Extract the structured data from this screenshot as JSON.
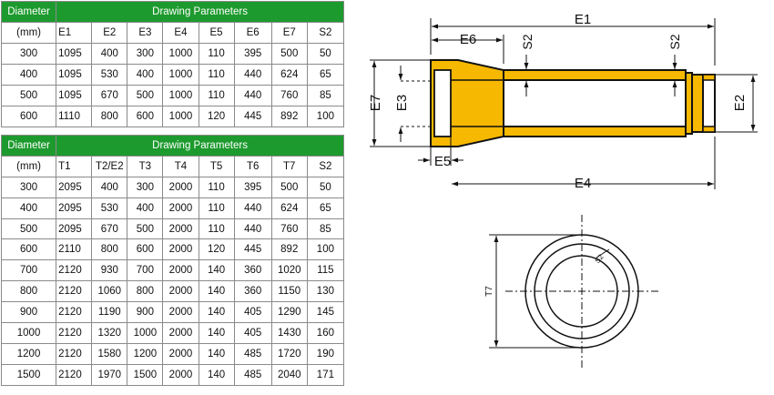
{
  "table1": {
    "title_col": "Diameter",
    "title_params": "Drawing Parameters",
    "subheaders": [
      "(mm)",
      "E1",
      "E2",
      "E3",
      "E4",
      "E5",
      "E6",
      "E7",
      "S2"
    ],
    "rows": [
      [
        "300",
        "1095",
        "400",
        "300",
        "1000",
        "110",
        "395",
        "500",
        "50"
      ],
      [
        "400",
        "1095",
        "530",
        "400",
        "1000",
        "110",
        "440",
        "624",
        "65"
      ],
      [
        "500",
        "1095",
        "670",
        "500",
        "1000",
        "110",
        "440",
        "760",
        "85"
      ],
      [
        "600",
        "1110",
        "800",
        "600",
        "1000",
        "120",
        "445",
        "892",
        "100"
      ]
    ]
  },
  "table2": {
    "title_col": "Diameter",
    "title_params": "Drawing Parameters",
    "subheaders": [
      "(mm)",
      "T1",
      "T2/E2",
      "T3",
      "T4",
      "T5",
      "T6",
      "T7",
      "S2"
    ],
    "rows": [
      [
        "300",
        "2095",
        "400",
        "300",
        "2000",
        "110",
        "395",
        "500",
        "50"
      ],
      [
        "400",
        "2095",
        "530",
        "400",
        "2000",
        "110",
        "440",
        "624",
        "65"
      ],
      [
        "500",
        "2095",
        "670",
        "500",
        "2000",
        "110",
        "440",
        "760",
        "85"
      ],
      [
        "600",
        "2110",
        "800",
        "600",
        "2000",
        "120",
        "445",
        "892",
        "100"
      ],
      [
        "700",
        "2120",
        "930",
        "700",
        "2000",
        "140",
        "360",
        "1020",
        "115"
      ],
      [
        "800",
        "2120",
        "1060",
        "800",
        "2000",
        "140",
        "360",
        "1150",
        "130"
      ],
      [
        "900",
        "2120",
        "1190",
        "900",
        "2000",
        "140",
        "405",
        "1290",
        "145"
      ],
      [
        "1000",
        "2120",
        "1320",
        "1000",
        "2000",
        "140",
        "405",
        "1430",
        "160"
      ],
      [
        "1200",
        "2120",
        "1580",
        "1200",
        "2000",
        "140",
        "485",
        "1720",
        "190"
      ],
      [
        "1500",
        "2120",
        "1970",
        "1500",
        "2000",
        "140",
        "485",
        "2040",
        "171"
      ]
    ]
  },
  "drawing": {
    "labels": {
      "E1": "E1",
      "E6": "E6",
      "S2_left": "S2",
      "S2_right": "S2",
      "E7": "E7",
      "E3": "E3",
      "E2": "E2",
      "E5": "E5",
      "E4": "E4",
      "T7": "T7",
      "S2_circle": "S2"
    },
    "colors": {
      "pipe_fill": "#f6b800",
      "outline": "#111111",
      "header_green": "#1d9a2e"
    }
  }
}
